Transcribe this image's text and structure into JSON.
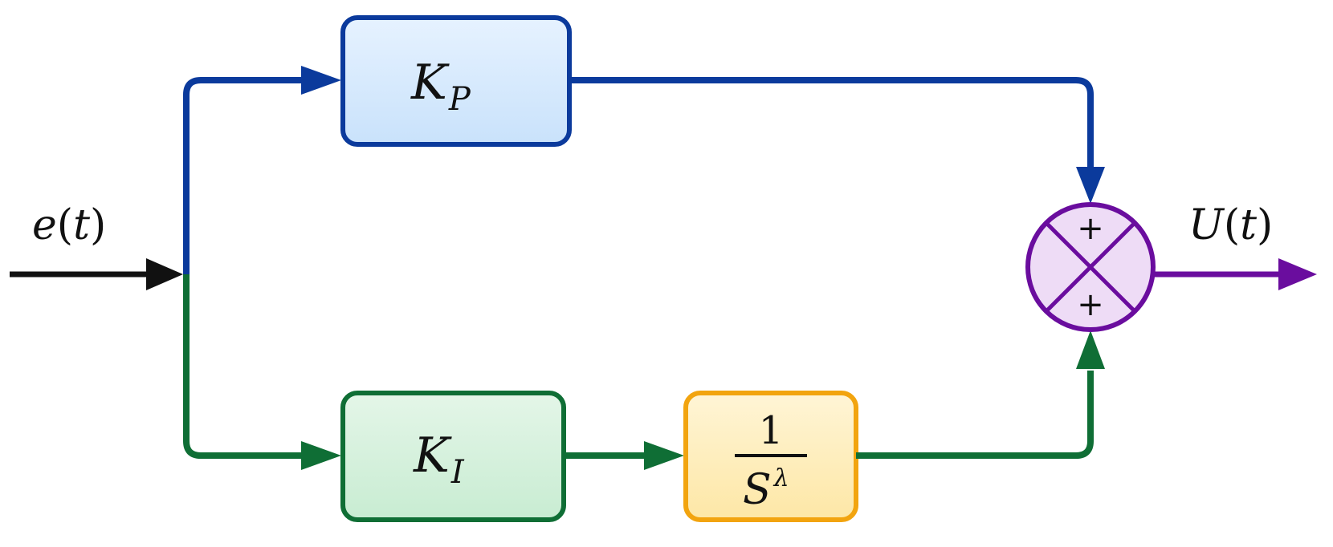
{
  "input": {
    "symbol": "e",
    "open": "(",
    "arg": "t",
    "close": ")"
  },
  "output": {
    "symbol": "U",
    "open": "(",
    "arg": "t",
    "close": ")"
  },
  "blocks": {
    "proportional": {
      "symbol": "K",
      "subscript": "P"
    },
    "integral": {
      "symbol": "K",
      "subscript": "I"
    },
    "fractional": {
      "numerator": "1",
      "denominator": "S",
      "exponent": "λ"
    }
  },
  "summing_junction": {
    "top_sign": "+",
    "bottom_sign": "+"
  },
  "colors": {
    "proportional_path": "#0b3a9c",
    "integral_path": "#0f6e35",
    "input_path": "#111111",
    "output_path": "#6a0d9e",
    "proportional_fill_top": "#e6f2ff",
    "proportional_fill_bottom": "#c9e2fb",
    "integral_fill_top": "#e4f6e8",
    "integral_fill_bottom": "#c8ecd2",
    "fractional_border": "#f2a40f",
    "fractional_fill_top": "#fff5d6",
    "fractional_fill_bottom": "#fde7a6",
    "junction_fill": "#eedcf6"
  }
}
